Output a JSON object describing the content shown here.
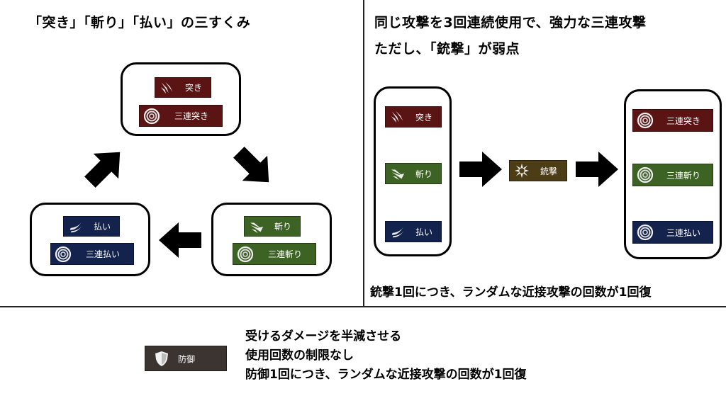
{
  "left": {
    "title": "「突き」「斬り」「払い」の三すくみ",
    "top_box": {
      "skill": "突き",
      "combo": "三連突き"
    },
    "right_box": {
      "skill": "斬り",
      "combo": "三連斬り"
    },
    "left_box": {
      "skill": "払い",
      "combo": "三連払い"
    }
  },
  "right": {
    "title_line1": "同じ攻撃を3回連続使用で、強力な三連攻撃",
    "title_line2": "ただし、「銃撃」が弱点",
    "inputs": [
      "突き",
      "斬り",
      "払い"
    ],
    "gun": "銃撃",
    "outputs": [
      "三連突き",
      "三連斬り",
      "三連払い"
    ],
    "note": "銃撃1回につき、ランダムな近接攻撃の回数が1回復"
  },
  "bottom": {
    "guard_label": "防御",
    "lines": [
      "受けるダメージを半減させる",
      "使用回数の制限なし",
      "防御1回につき、ランダムな近接攻撃の回数が1回復"
    ]
  },
  "colors": {
    "thrust": "#5a1414",
    "slash": "#3d6324",
    "sweep": "#13234e",
    "gun": "#4d3d16",
    "guard": "#3b3430"
  },
  "icons": {
    "thrust": "claw-thrust-icon",
    "slash": "slash-icon",
    "sweep": "sweep-icon",
    "combo": "spiral-icon",
    "gun": "burst-icon",
    "guard": "shield-icon",
    "arrow": "arrow-icon"
  }
}
